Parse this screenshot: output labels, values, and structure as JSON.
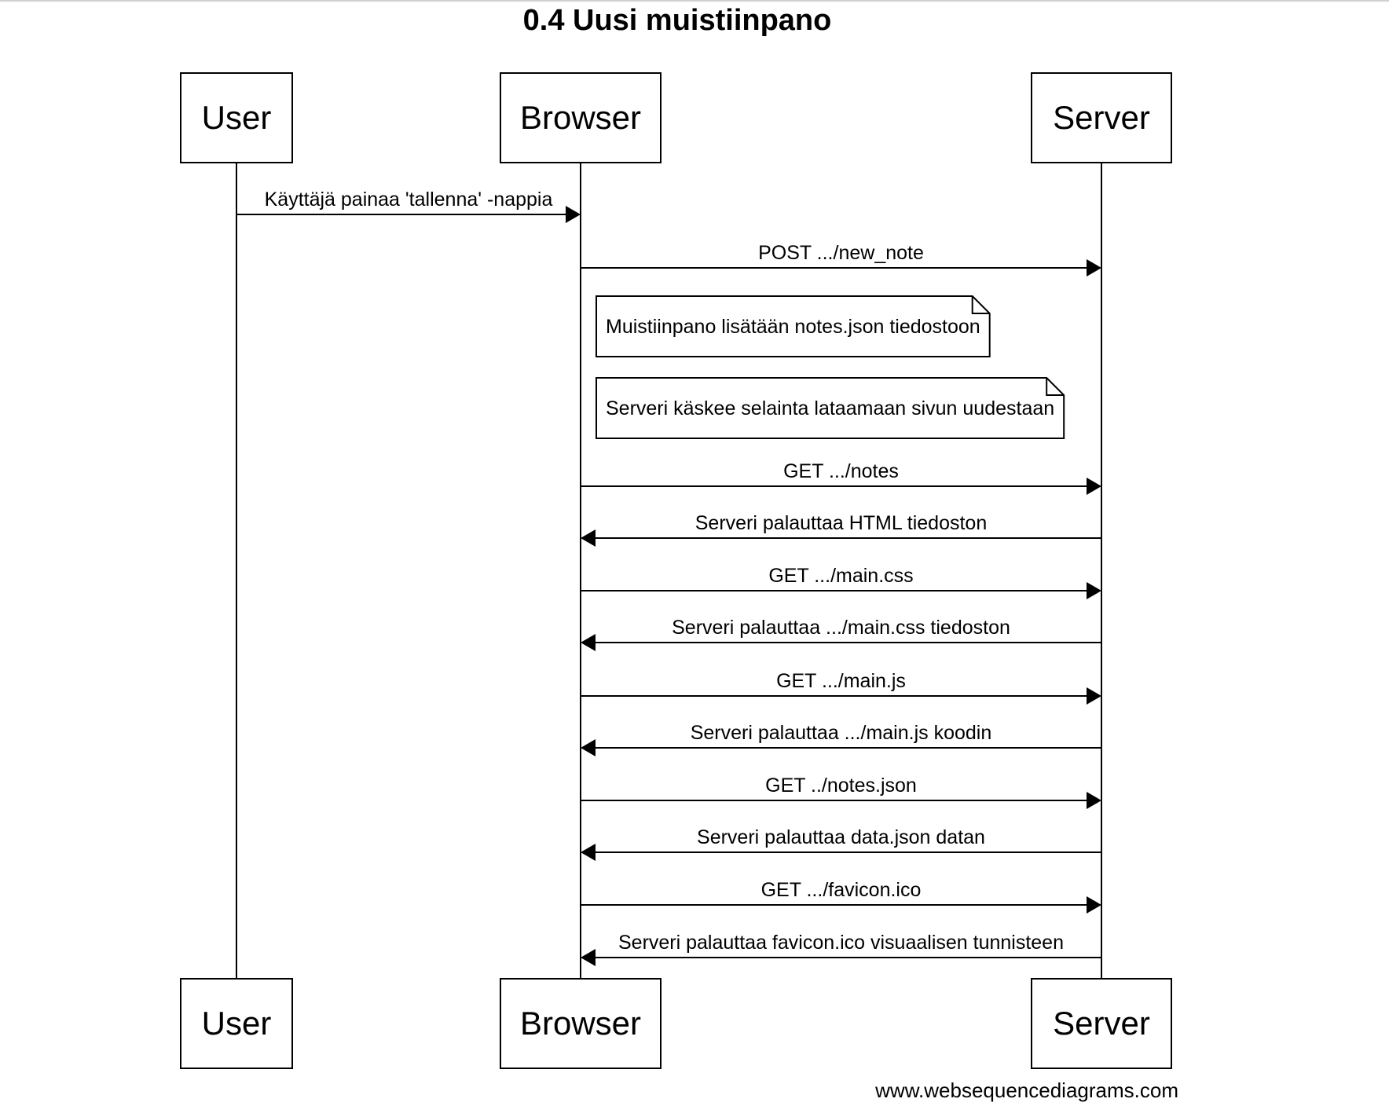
{
  "title": "0.4 Uusi muistiinpano",
  "watermark": "www.websequencediagrams.com",
  "colors": {
    "line": "#000000",
    "box_fill": "#ffffff",
    "text": "#000000"
  },
  "participants": [
    {
      "id": "user",
      "label": "User"
    },
    {
      "id": "browser",
      "label": "Browser"
    },
    {
      "id": "server",
      "label": "Server"
    }
  ],
  "steps": [
    {
      "type": "message",
      "from": "user",
      "to": "browser",
      "label": "Käyttäjä painaa 'tallenna' -nappia"
    },
    {
      "type": "message",
      "from": "browser",
      "to": "server",
      "label": "POST .../new_note"
    },
    {
      "type": "note",
      "over": [
        "browser",
        "server"
      ],
      "label": "Muistiinpano lisätään notes.json tiedostoon"
    },
    {
      "type": "note",
      "over": [
        "browser",
        "server"
      ],
      "label": "Serveri käskee selainta lataamaan sivun uudestaan"
    },
    {
      "type": "message",
      "from": "browser",
      "to": "server",
      "label": "GET .../notes"
    },
    {
      "type": "message",
      "from": "server",
      "to": "browser",
      "label": "Serveri palauttaa HTML tiedoston"
    },
    {
      "type": "message",
      "from": "browser",
      "to": "server",
      "label": "GET .../main.css"
    },
    {
      "type": "message",
      "from": "server",
      "to": "browser",
      "label": "Serveri palauttaa .../main.css tiedoston"
    },
    {
      "type": "message",
      "from": "browser",
      "to": "server",
      "label": "GET .../main.js"
    },
    {
      "type": "message",
      "from": "server",
      "to": "browser",
      "label": "Serveri palauttaa .../main.js koodin"
    },
    {
      "type": "message",
      "from": "browser",
      "to": "server",
      "label": "GET ../notes.json"
    },
    {
      "type": "message",
      "from": "server",
      "to": "browser",
      "label": "Serveri palauttaa data.json datan"
    },
    {
      "type": "message",
      "from": "browser",
      "to": "server",
      "label": "GET .../favicon.ico"
    },
    {
      "type": "message",
      "from": "server",
      "to": "browser",
      "label": "Serveri palauttaa favicon.ico visuaalisen tunnisteen"
    }
  ]
}
